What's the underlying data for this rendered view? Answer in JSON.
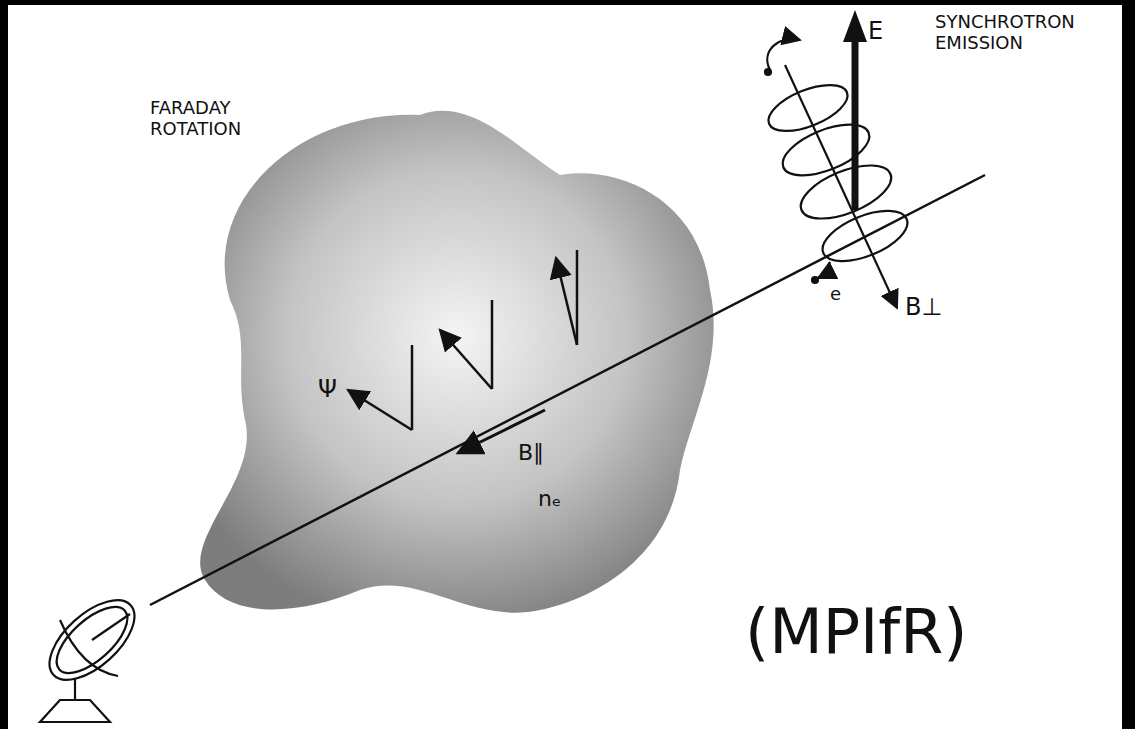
{
  "diagram": {
    "labels": [
      "FARADAY ROTATION",
      "SYNCHROTRON EMISSION",
      "E",
      "Ψ",
      "B∥",
      "nₑ",
      "e",
      "B⊥",
      "(MPIfR)"
    ]
  }
}
